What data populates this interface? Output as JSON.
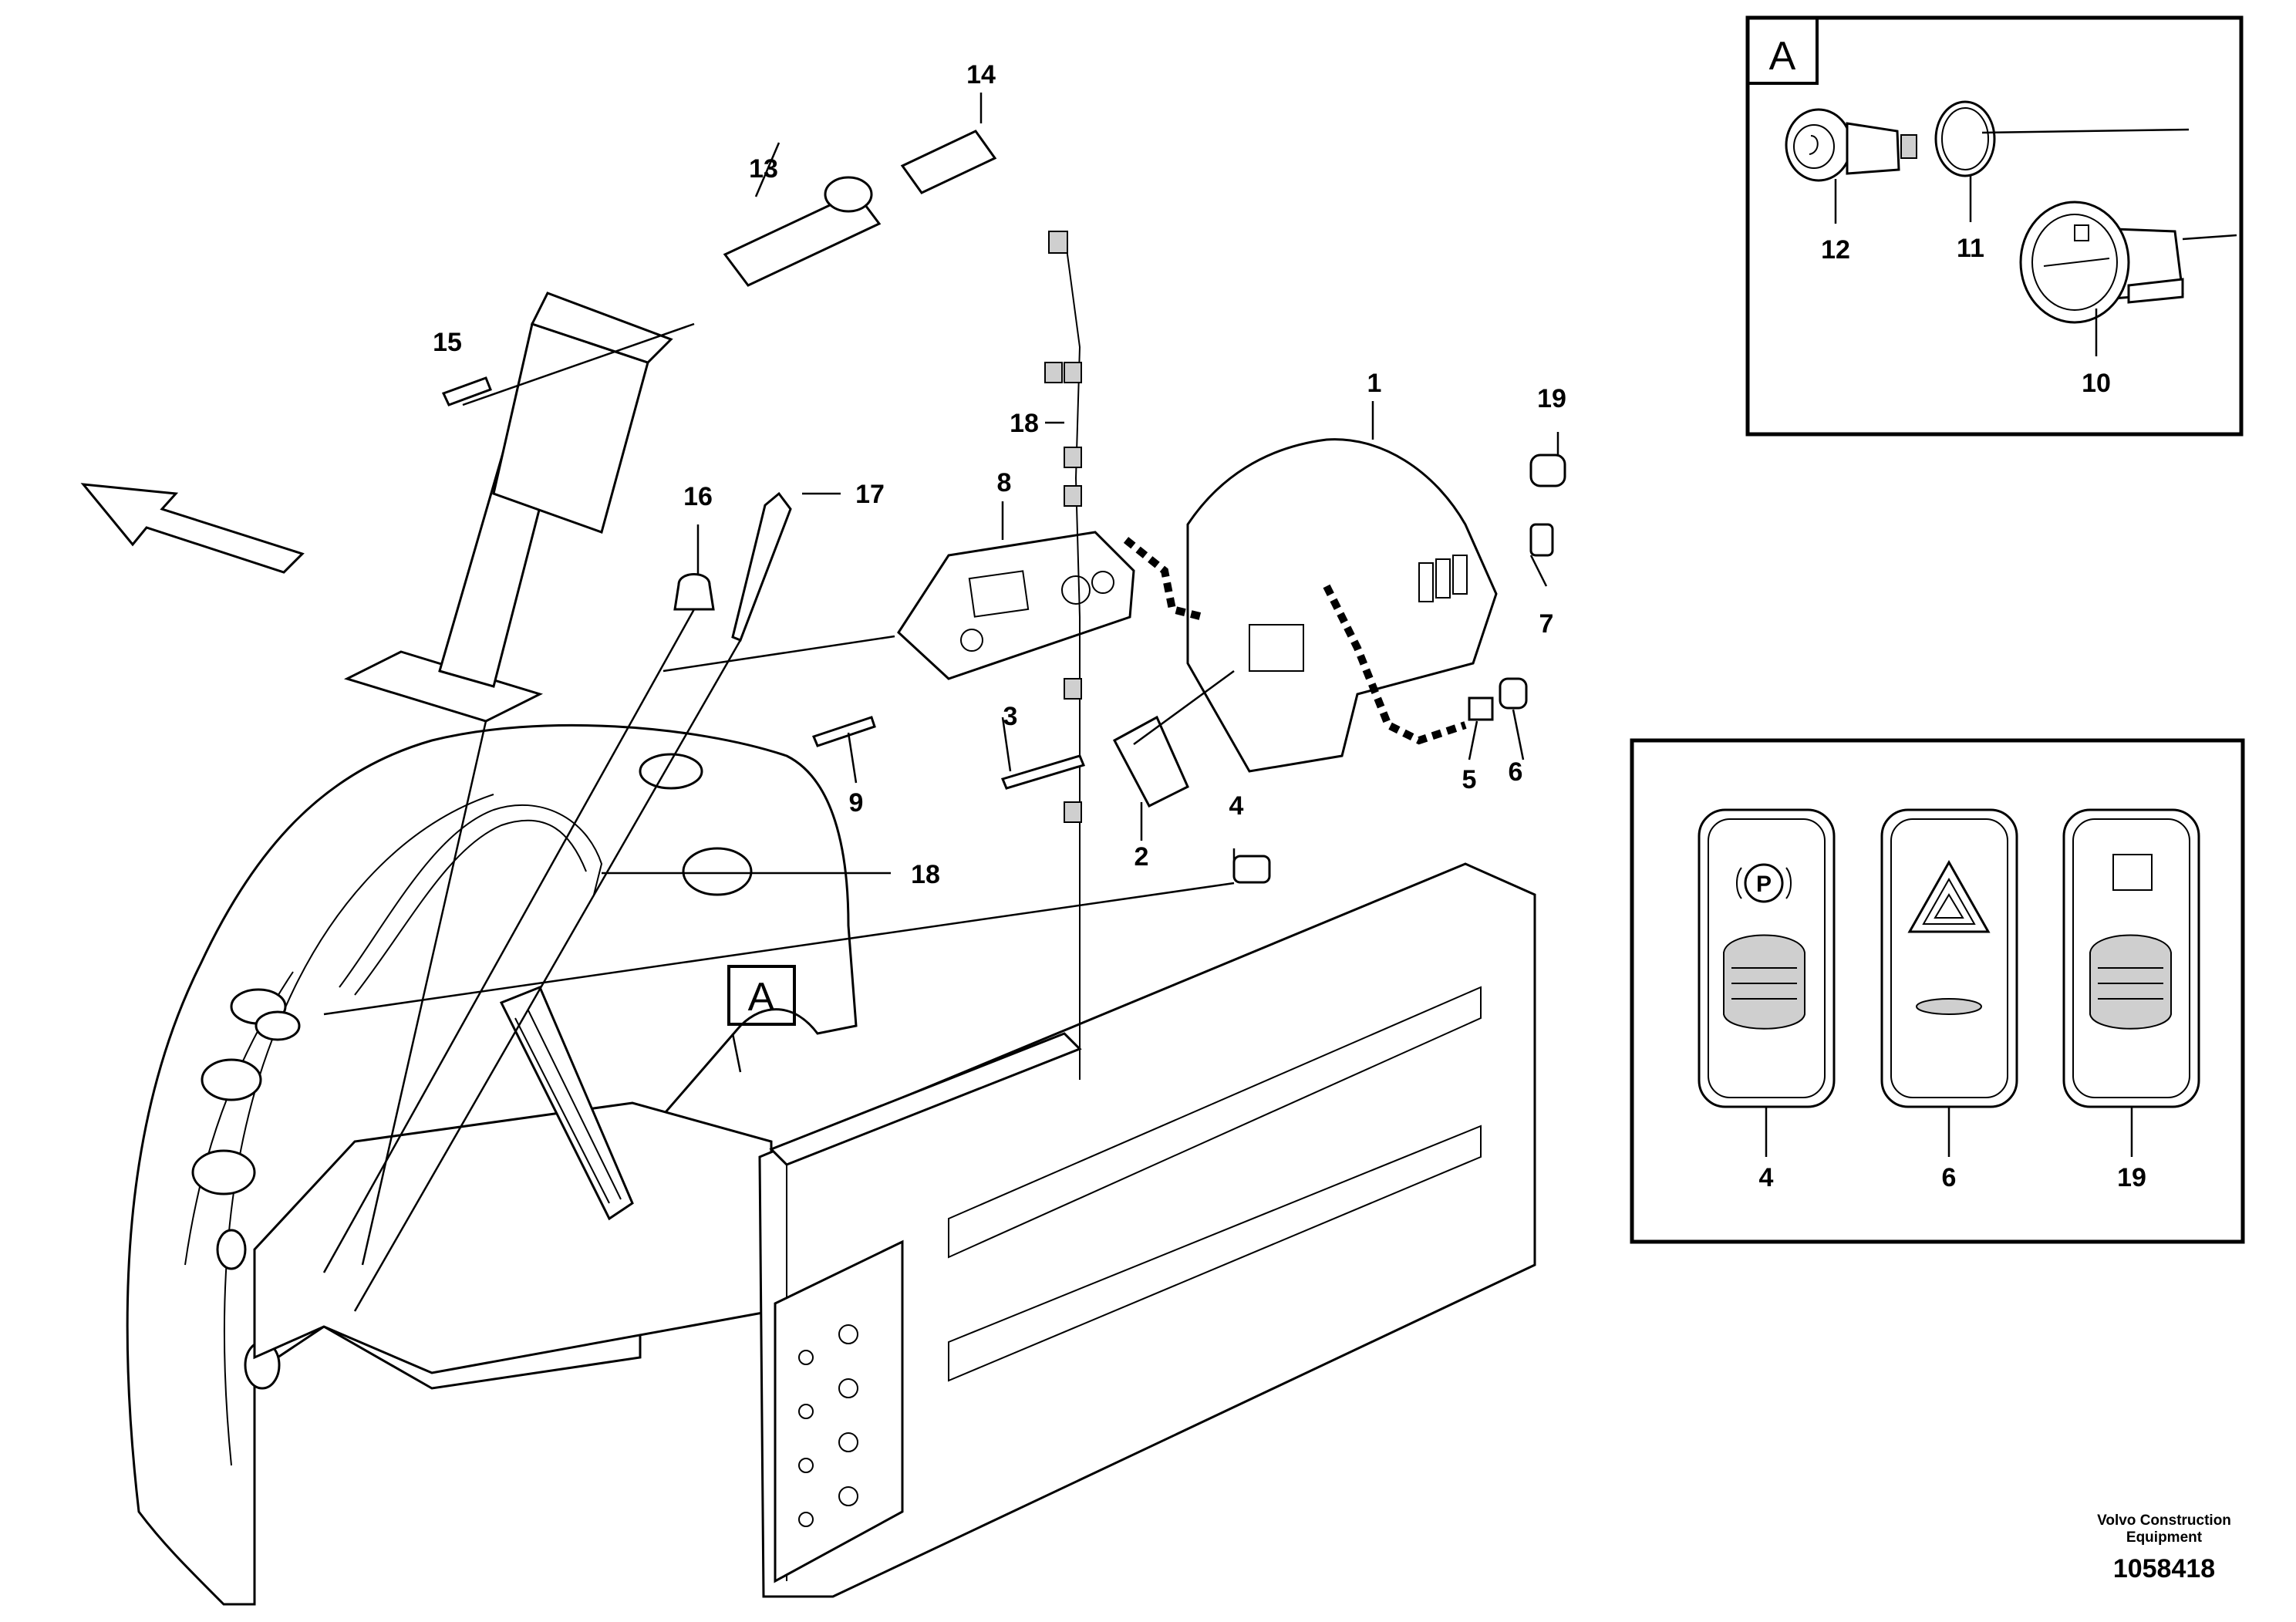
{
  "diagram": {
    "callouts": {
      "c1": "1",
      "c2": "2",
      "c3": "3",
      "c4": "4",
      "c5": "5",
      "c6": "6",
      "c7": "7",
      "c8": "8",
      "c9": "9",
      "c13": "13",
      "c14": "14",
      "c15": "15",
      "c16": "16",
      "c17": "17",
      "c18a": "18",
      "c18b": "18",
      "c19": "19"
    },
    "detail_marker": "A"
  },
  "detail_a": {
    "label": "A",
    "callouts": {
      "c10": "10",
      "c11": "11",
      "c12": "12"
    }
  },
  "switch_detail": {
    "callouts": {
      "c4": "4",
      "c6": "6",
      "c19": "19"
    },
    "icons": [
      "parking-brake-icon",
      "hazard-warning-icon",
      "blank-symbol-icon"
    ]
  },
  "footer": {
    "brand_line1": "Volvo Construction",
    "brand_line2": "Equipment",
    "document_number": "1058418"
  },
  "colors": {
    "ink": "#000000",
    "paper": "#ffffff",
    "shade": "#cfcfcf"
  }
}
